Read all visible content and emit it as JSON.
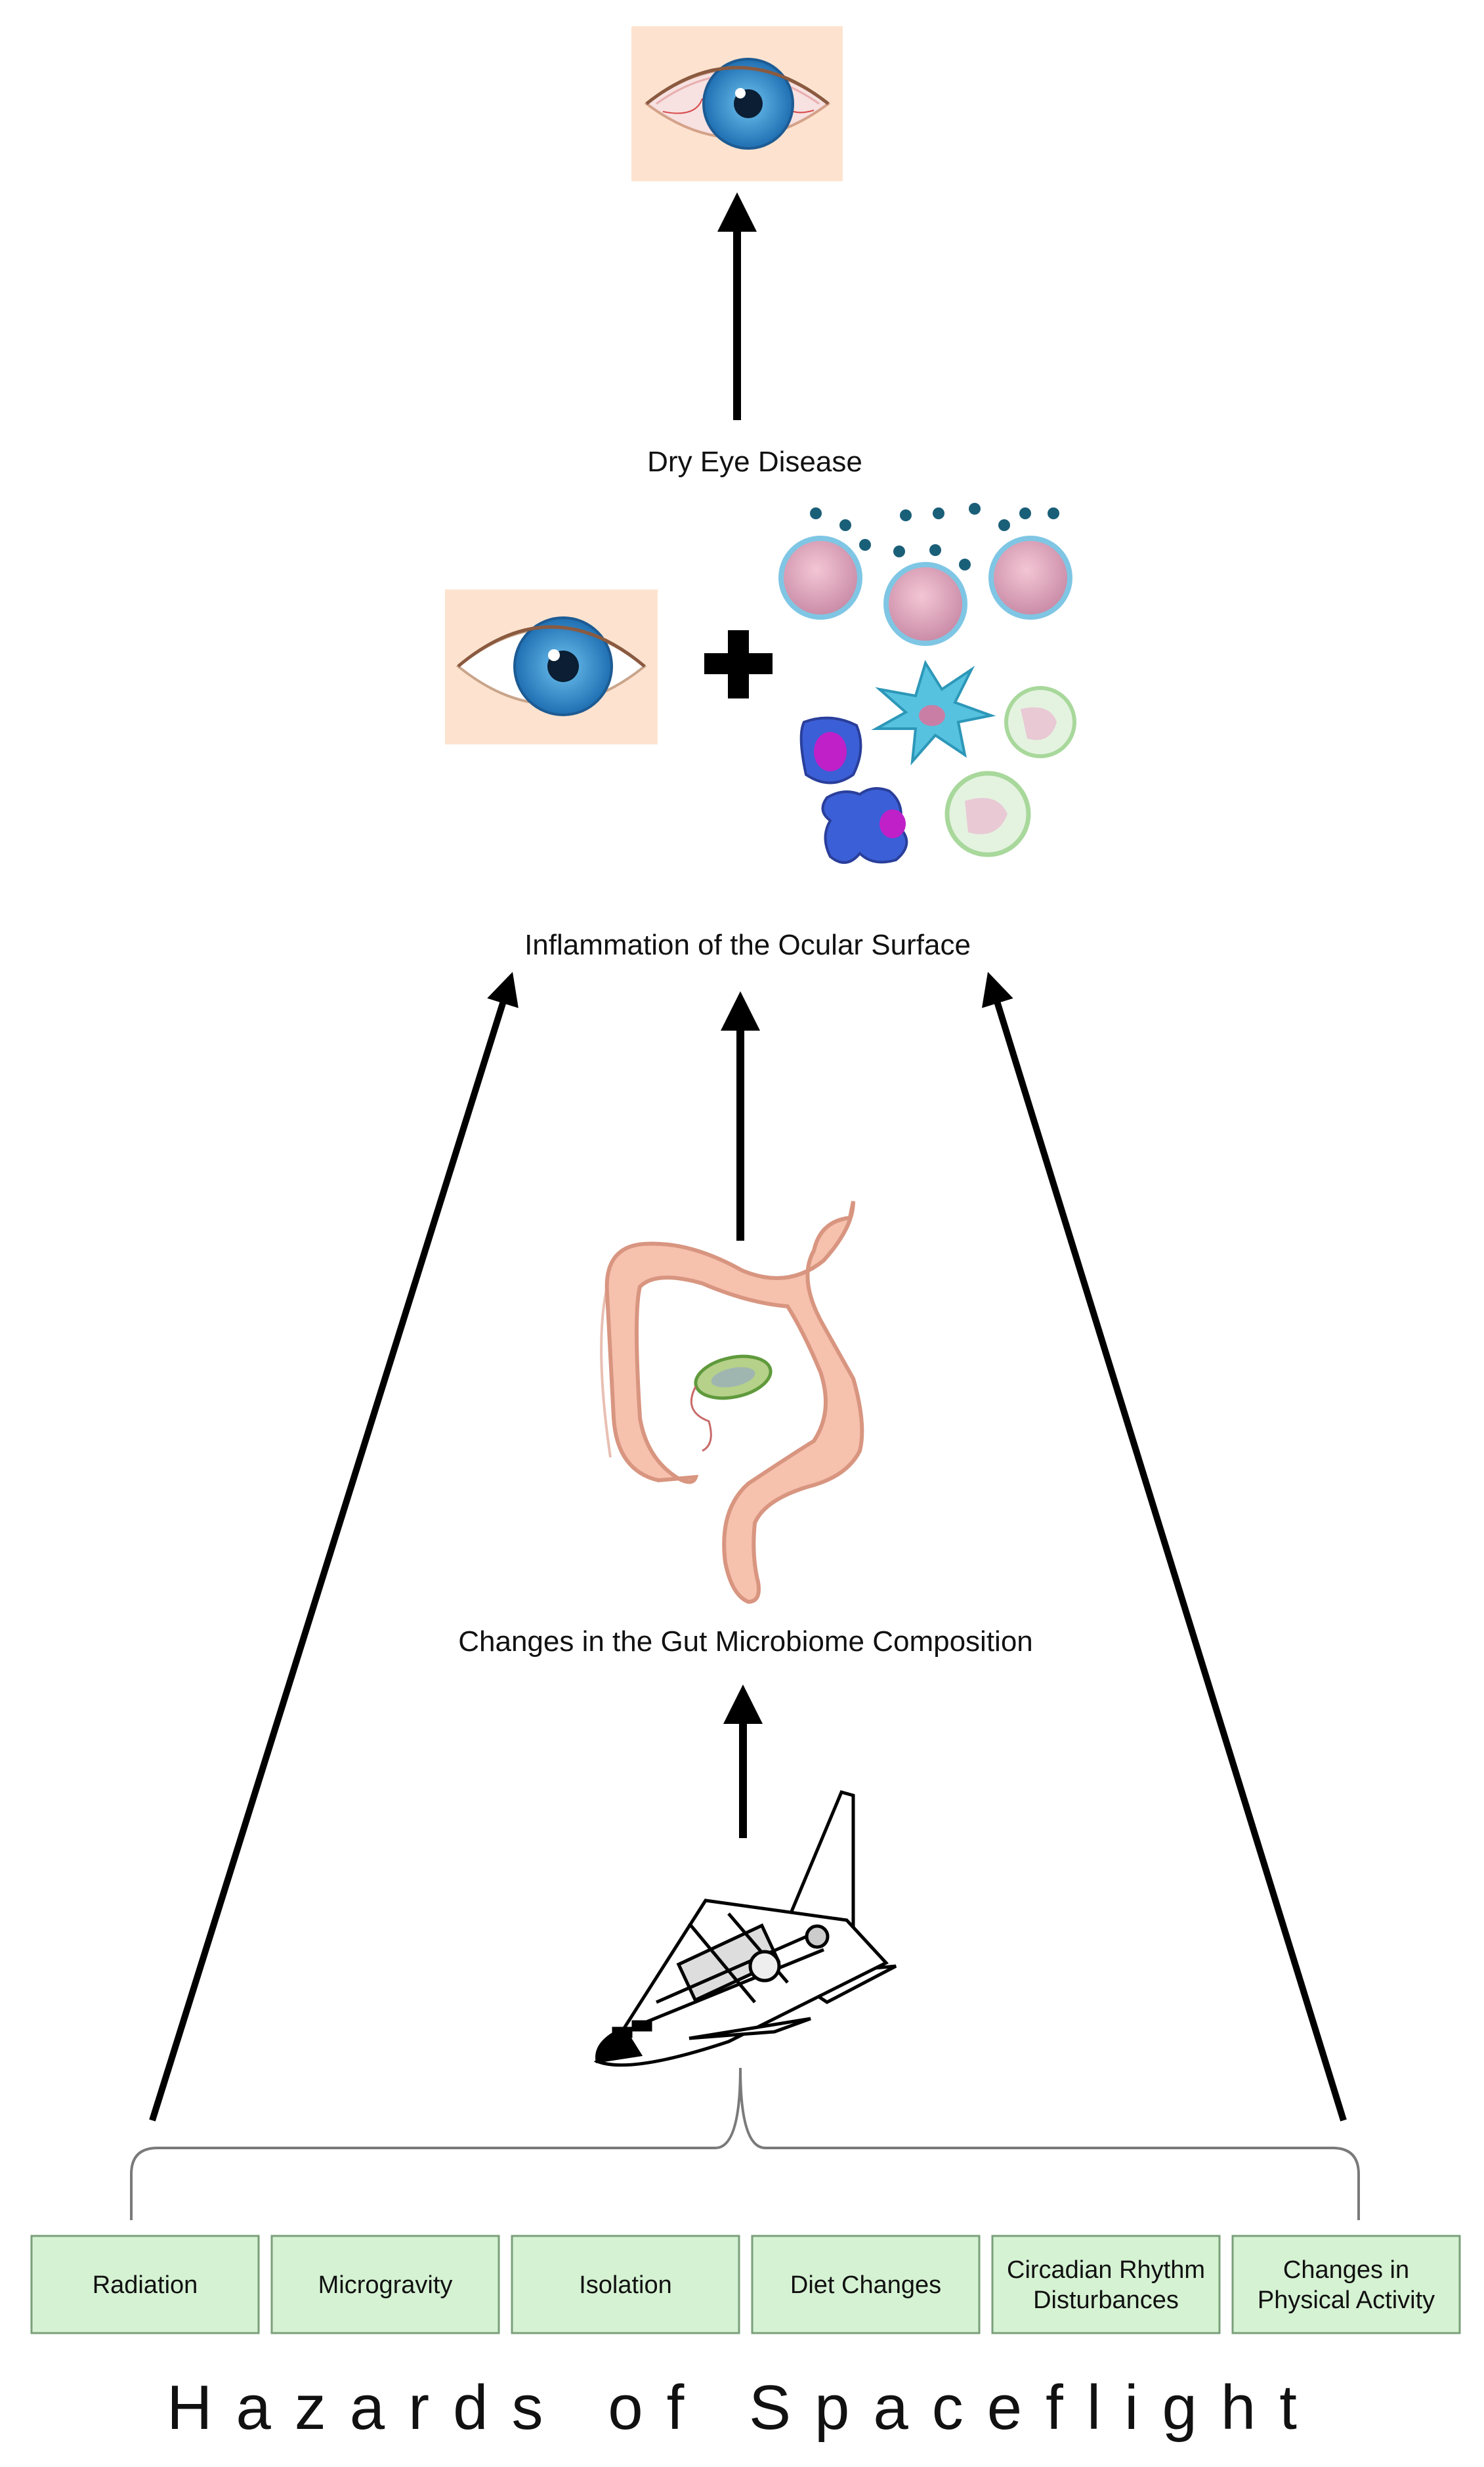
{
  "labels": {
    "dry_eye": "Dry Eye Disease",
    "inflammation": "Inflammation of the Ocular Surface",
    "microbiome": "Changes in the Gut Microbiome Composition",
    "footer": "Hazards of Spaceflight"
  },
  "hazards": [
    {
      "lines": [
        "Radiation"
      ]
    },
    {
      "lines": [
        "Microgravity"
      ]
    },
    {
      "lines": [
        "Isolation"
      ]
    },
    {
      "lines": [
        "Diet Changes"
      ]
    },
    {
      "lines": [
        "Circadian Rhythm",
        "Disturbances"
      ]
    },
    {
      "lines": [
        "Changes in",
        "Physical Activity"
      ]
    }
  ],
  "colors": {
    "hazard_fill": "#d5f2d3",
    "hazard_border": "#7aa07a",
    "arrow": "#000000",
    "skin": "#fde3cf",
    "iris": "#2f87c9",
    "colon": "#f6c1ad"
  }
}
